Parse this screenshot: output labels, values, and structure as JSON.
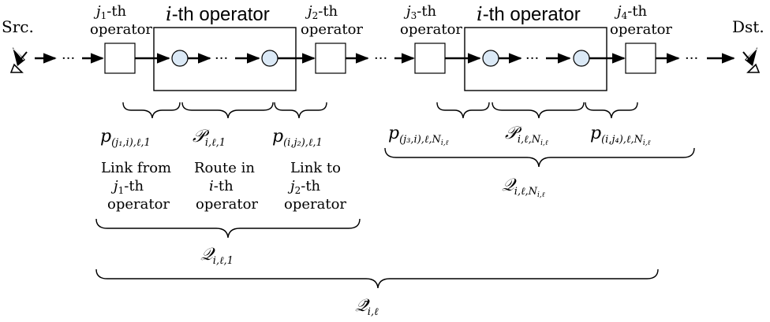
{
  "endpoints": {
    "src": "Src.",
    "dst": "Dst."
  },
  "operators": {
    "j1": {
      "sym": "j",
      "sub": "1",
      "suffix": "-th",
      "line2": "operator"
    },
    "j2": {
      "sym": "j",
      "sub": "2",
      "suffix": "-th",
      "line2": "operator"
    },
    "j3": {
      "sym": "j",
      "sub": "3",
      "suffix": "-th",
      "line2": "operator"
    },
    "j4": {
      "sym": "j",
      "sub": "4",
      "suffix": "-th",
      "line2": "operator"
    },
    "i_left": {
      "sym": "i",
      "suffix": "-th operator"
    },
    "i_right": {
      "sym": "i",
      "suffix": "-th operator"
    }
  },
  "ellipsis": "···",
  "math": {
    "p": "p",
    "P": "𝒫",
    "Q": "𝒬",
    "Qbar": "𝒬̄",
    "sub_j1i_l1": "(j₁,i),ℓ,1",
    "sub_il1": "i,ℓ,1",
    "sub_ij2_l1": "(i,j₂),ℓ,1",
    "sub_j3i_lN": "(j₃,i),ℓ,N",
    "sub_ilN": "i,ℓ,N",
    "sub_ij4_lN": "(i,j₄),ℓ,N",
    "sub_N_tail": "i,ℓ",
    "sub_Qil1": "i,ℓ,1",
    "sub_QilN": "i,ℓ,N",
    "sub_Qbar": "i,ℓ"
  },
  "descriptions": {
    "link_from": {
      "line1": "Link from",
      "sym": "j",
      "sub": "1",
      "line2_suffix": "-th",
      "line3": "operator"
    },
    "route_in": {
      "line1": "Route in",
      "sym": "i",
      "line2_suffix": "-th",
      "line3": "operator"
    },
    "link_to": {
      "line1": "Link to",
      "sym": "j",
      "sub": "2",
      "line2_suffix": "-th",
      "line3": "operator"
    }
  }
}
